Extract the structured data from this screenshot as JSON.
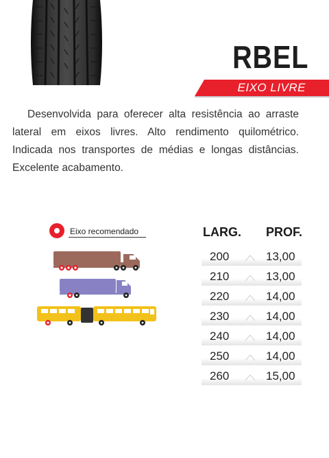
{
  "product": {
    "name": "RBEL",
    "category": "EIXO LIVRE"
  },
  "description": "Desenvolvida para oferecer alta resistência ao arraste lateral em eixos livres. Alto rendimento quilométrico. Indicada nos transportes de médias e longas distâncias. Excelente acabamento.",
  "legend": {
    "label": "Eixo recomendado"
  },
  "table": {
    "headers": {
      "larg": "LARG.",
      "prof": "PROF."
    },
    "rows": [
      {
        "larg": "200",
        "prof": "13,00"
      },
      {
        "larg": "210",
        "prof": "13,00"
      },
      {
        "larg": "220",
        "prof": "14,00"
      },
      {
        "larg": "230",
        "prof": "14,00"
      },
      {
        "larg": "240",
        "prof": "14,00"
      },
      {
        "larg": "250",
        "prof": "14,00"
      },
      {
        "larg": "260",
        "prof": "15,00"
      }
    ]
  },
  "colors": {
    "accent": "#e8202b",
    "truck_brown": "#9b6a5d",
    "truck_purple": "#8882c4",
    "bus_yellow": "#f2c21a"
  }
}
